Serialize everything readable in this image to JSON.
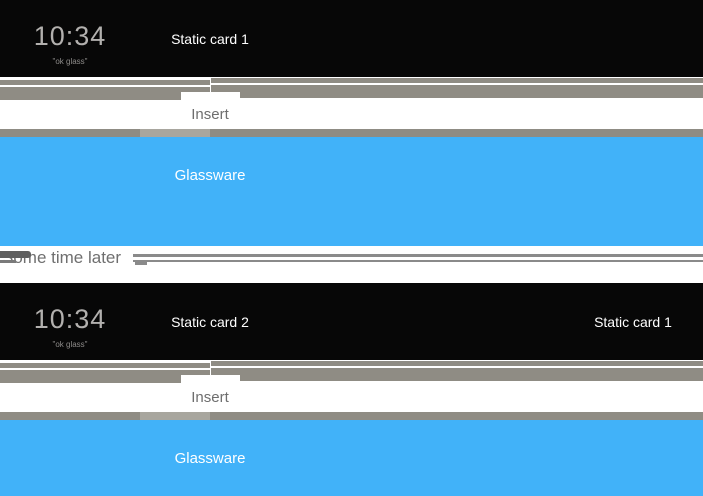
{
  "diagram": "glass-timeline-static-card-insertion",
  "colors": {
    "card_black": "#070707",
    "timeline_bar_gray": "#8f8c84",
    "inserted_slot_gray": "#a8a69e",
    "glassware_blue": "#41b2f9",
    "clock_gray": "#b2b0ae",
    "card_label_white": "#ffffff",
    "insert_text_gray": "#6e6e6e",
    "divider_text_gray": "#6f6f6f"
  },
  "scenes": [
    {
      "name": "before",
      "home_card": {
        "clock": "10:34",
        "hotword": "\"ok glass\""
      },
      "cards": [
        {
          "label": "Static card 1"
        }
      ],
      "insert_label": "Insert",
      "glassware_label": "Glassware"
    },
    {
      "name": "after",
      "home_card": {
        "clock": "10:34",
        "hotword": "\"ok glass\""
      },
      "cards": [
        {
          "label": "Static card 2"
        },
        {
          "label": "Static card 1"
        }
      ],
      "insert_label": "Insert",
      "glassware_label": "Glassware"
    }
  ],
  "divider": {
    "label": "Some time later"
  }
}
